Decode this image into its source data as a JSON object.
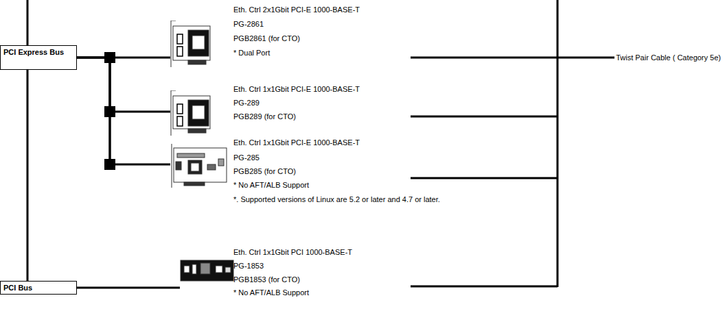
{
  "diagram": {
    "nodes": [
      {
        "text": [
          "PCI Express Bus"
        ]
      },
      {
        "text": [
          "Eth. Ctrl 2x1Gbit PCI-E 1000-BASE-T",
          "PG-2861",
          "PGB2861 (for CTO)",
          "* Dual Port"
        ]
      },
      {
        "text": [
          "Eth. Ctrl 1x1Gbit PCI-E 1000-BASE-T",
          "PG-289",
          "PGB289 (for CTO)"
        ]
      },
      {
        "text": [
          "Eth. Ctrl 1x1Gbit PCI-E 1000-BASE-T",
          "PG-285",
          "PGB285 (for CTO)",
          "* No AFT/ALB Support",
          "*. Supported versions of Linux are 5.2 or later and 4.7 or later."
        ]
      },
      {
        "text": [
          "PCI Bus"
        ]
      },
      {
        "text": [
          "Eth. Ctrl 1x1Gbit PCI 1000-BASE-T",
          "PG-1853",
          "PGB1853 (for CTO)",
          "* No AFT/ALB Support"
        ]
      }
    ],
    "edges": [
      {
        "from": 0,
        "to": 1,
        "arrow": "none"
      },
      {
        "from": 0,
        "to": 2,
        "arrow": "none"
      },
      {
        "from": 0,
        "to": 3,
        "arrow": "none"
      },
      {
        "from": 0,
        "to": 4,
        "arrow": "none"
      },
      {
        "from": 4,
        "to": 5,
        "arrow": "none"
      }
    ],
    "labels": [
      "Twist Pair Cable ( Category 5e)"
    ]
  }
}
